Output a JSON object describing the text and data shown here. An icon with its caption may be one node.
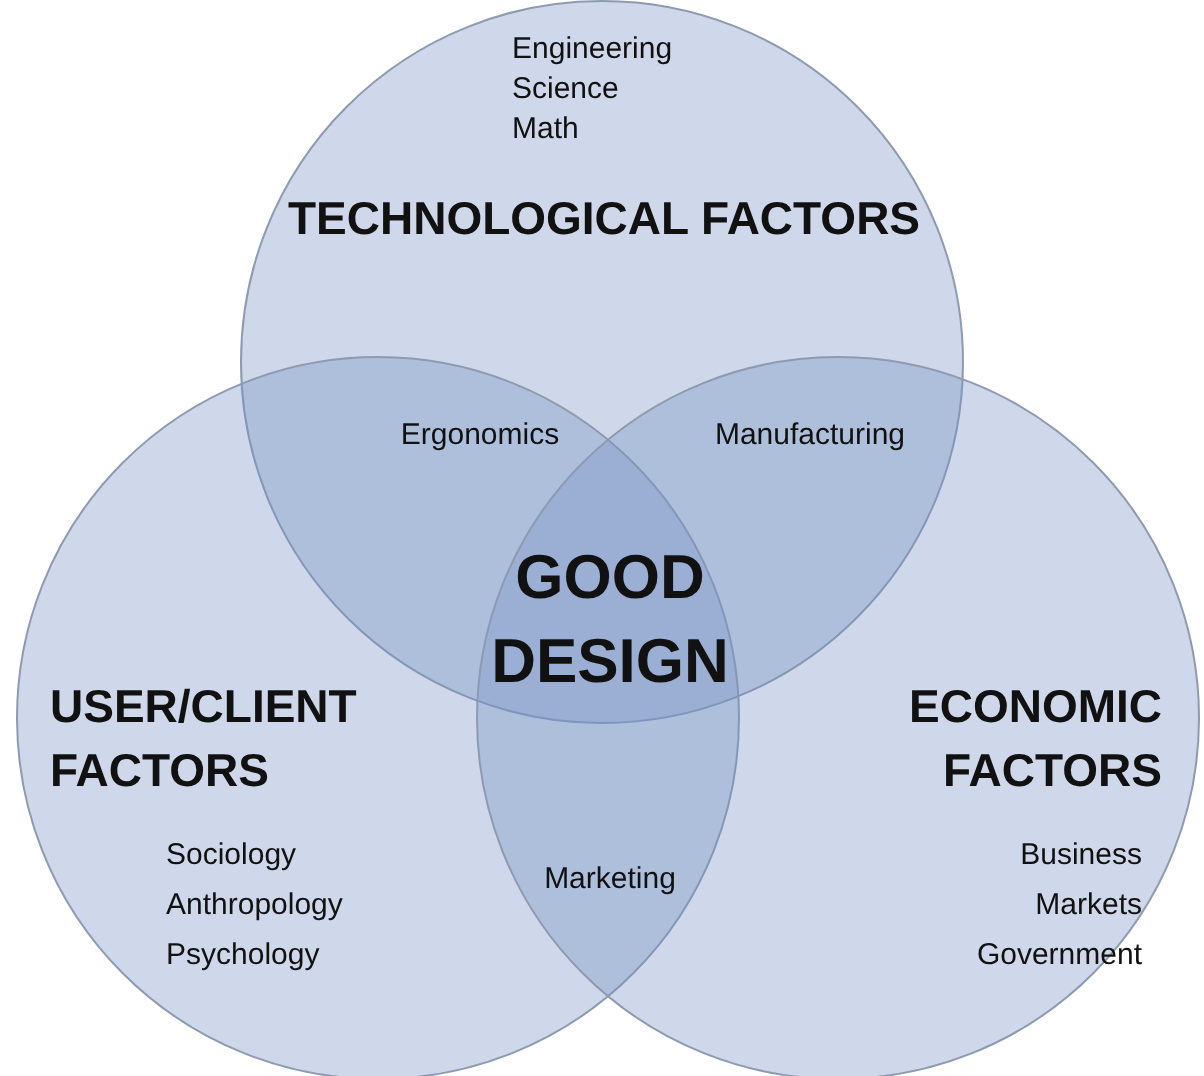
{
  "diagram": {
    "nodes": [
      {
        "text": [
          "Engineering Science Math",
          "TECHNOLOGICAL FACTORS"
        ]
      },
      {
        "text": [
          "USER/CLIENT FACTORS",
          "Sociology Anthropology Psychology"
        ]
      },
      {
        "text": [
          "ECONOMIC FACTORS",
          "Business Markets Government"
        ]
      }
    ],
    "edges": [],
    "labels": [
      "Ergonomics",
      "Manufacturing",
      "GOOD DESIGN",
      "Marketing"
    ]
  }
}
